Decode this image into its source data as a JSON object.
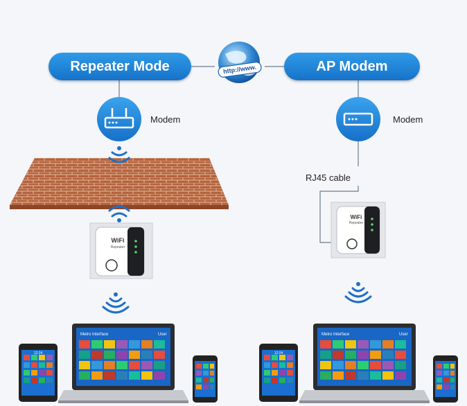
{
  "left_mode": {
    "title": "Repeater Mode",
    "modem_label": "Modem"
  },
  "right_mode": {
    "title": "AP Modem",
    "modem_label": "Modem",
    "cable_label": "RJ45 cable"
  },
  "globe": {
    "url_text": "http://www."
  },
  "repeater": {
    "brand": "WiFi",
    "sub": "Repeater"
  },
  "laptop": {
    "screen_title": "Metro Interface",
    "user": "User"
  },
  "tablet": {
    "time": "12:24"
  },
  "colors": {
    "pill": "#1f86d9",
    "line": "#6b7c8c",
    "wave": "#1e6fc7",
    "brick": "#a85a3a"
  }
}
